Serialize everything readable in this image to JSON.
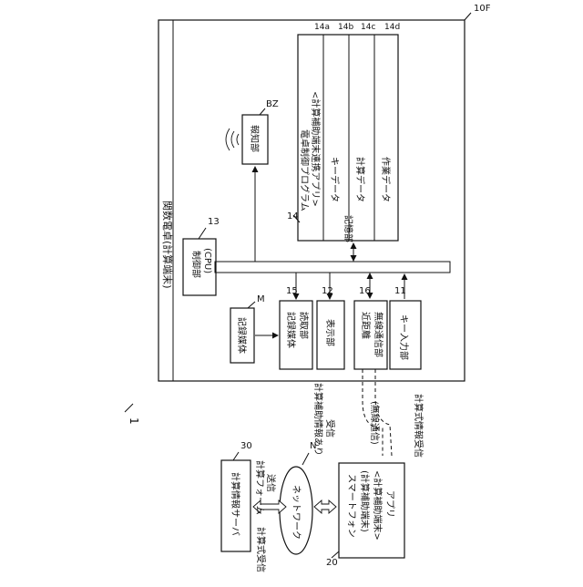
{
  "figure_label": "1",
  "device": {
    "ref": "10F",
    "title": "関数電卓(計算端末)"
  },
  "components": {
    "control": {
      "label": "制御部",
      "sub": "(CPU)",
      "ref": "13"
    },
    "notify": {
      "label": "報知部",
      "ref": "BZ"
    },
    "storage": {
      "label": "記憶部",
      "ref": "14",
      "program_line1": "電卓制御プログラム",
      "program_line2": "<計算補助端末連携アプリ>",
      "items": [
        "キーデータ",
        "計算データ",
        "作業データ"
      ],
      "item_refs": [
        "14a",
        "14b",
        "14c",
        "14d"
      ]
    },
    "medium": {
      "label": "記録媒体",
      "ref": "M"
    },
    "reader": {
      "line1": "記録媒体",
      "line2": "読取部",
      "ref": "15"
    },
    "display": {
      "label": "表示部",
      "ref": "12"
    },
    "nfc": {
      "line1": "近距離",
      "line2": "無線通信部",
      "ref": "16"
    },
    "keys": {
      "label": "キー入力部",
      "ref": "11"
    }
  },
  "external": {
    "server": {
      "label": "計算情報サーバ",
      "ref": "30"
    },
    "network": {
      "label": "ネットワーク",
      "ref": "N"
    },
    "phone": {
      "line1": "スマートフォン",
      "line2": "(計算補助端末)",
      "line3": "<計算補助端末>",
      "line4": "アプリ",
      "ref": "20"
    }
  },
  "annotations": {
    "calc_form_send_1": "計算フォーム",
    "calc_form_send_2": "送信",
    "formula_receive": "計算式受信",
    "aux_info_1": "計算補助情報あり",
    "aux_info_2": "受信",
    "wireless": "(無線通信)",
    "formula_info_receive": "計算式情報受信"
  }
}
